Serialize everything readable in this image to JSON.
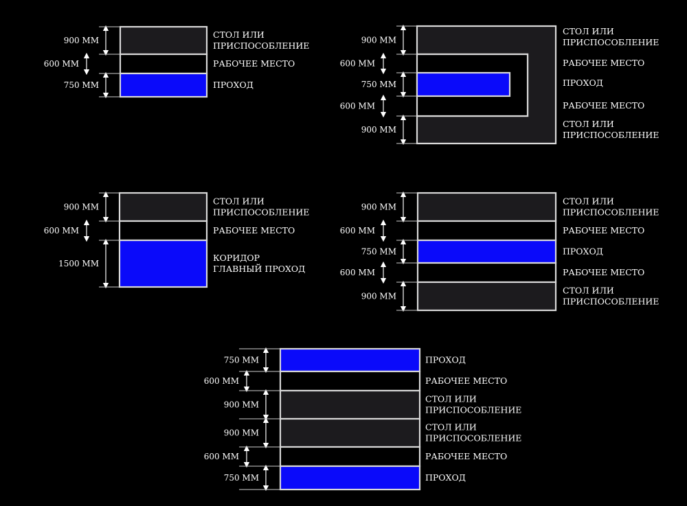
{
  "colors": {
    "background": "#000000",
    "table_fill": "#1c1b1e",
    "aisle_fill": "#0a0afa",
    "workplace_fill": "#000000",
    "outline": "#d9d9d9"
  },
  "labels": {
    "table_line1": "СТОЛ ИЛИ",
    "table_line2": "ПРИСПОСОБЛЕНИЕ",
    "workplace": "РАБОЧЕЕ МЕСТО",
    "aisle": "ПРОХОД",
    "corridor_line1": "КОРИДОР",
    "corridor_line2": "ГЛАВНЫЙ ПРОХОД"
  },
  "dimensions": {
    "table": "900 ММ",
    "workplace": "600 ММ",
    "aisle": "750 ММ",
    "corridor": "1500 ММ"
  },
  "diagrams": [
    {
      "name": "layout-single-aisle",
      "rows": [
        "table",
        "workplace",
        "aisle"
      ]
    },
    {
      "name": "layout-u-shape",
      "rows": [
        "table",
        "workplace",
        "aisle",
        "workplace",
        "table"
      ]
    },
    {
      "name": "layout-main-corridor",
      "rows": [
        "table",
        "workplace",
        "corridor"
      ]
    },
    {
      "name": "layout-double-row",
      "rows": [
        "table",
        "workplace",
        "aisle",
        "workplace",
        "table"
      ]
    },
    {
      "name": "layout-back-to-back",
      "rows": [
        "aisle",
        "workplace",
        "table",
        "table",
        "workplace",
        "aisle"
      ]
    }
  ]
}
